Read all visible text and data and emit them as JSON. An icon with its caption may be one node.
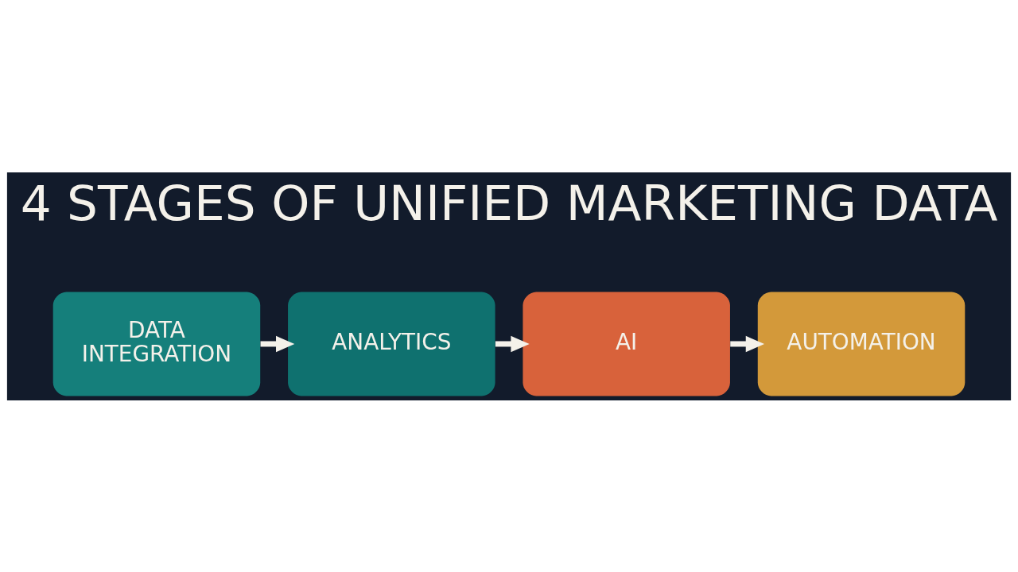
{
  "diagram": {
    "title": "4 STAGES OF UNIFIED MARKETING DATA",
    "nodes": [
      {
        "text": [
          "DATA INTEGRATION"
        ]
      },
      {
        "text": [
          "ANALYTICS"
        ]
      },
      {
        "text": [
          "AI"
        ]
      },
      {
        "text": [
          "AUTOMATION"
        ]
      }
    ],
    "edges": [
      {
        "from": 0,
        "to": 1,
        "arrow": "to"
      },
      {
        "from": 1,
        "to": 2,
        "arrow": "to"
      },
      {
        "from": 2,
        "to": 3,
        "arrow": "to"
      }
    ]
  }
}
